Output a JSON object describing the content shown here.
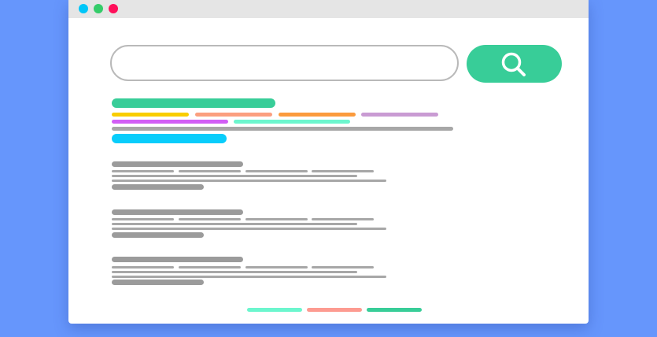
{
  "colors": {
    "background": "#6696fc",
    "window": "#ffffff",
    "titlebar": "#e5e5e5",
    "dot_close": "#ff0f5a",
    "dot_min": "#34cc69",
    "dot_max": "#00c6f8",
    "accent": "#38cd98",
    "input_border": "#b9b9b9",
    "placeholder_gray": "#a7a7a7",
    "result_gray": "#9b9b9b",
    "yellow": "#f9cd00",
    "salmon": "#fb9f7f",
    "orange": "#fb9b3d",
    "lilac": "#c99bd3",
    "purple": "#d25ef5",
    "mint": "#6cf6ce",
    "cyan": "#08cdfb",
    "pink": "#fd9b91"
  },
  "titlebar": {
    "dots": [
      "cyan-dot",
      "green-dot",
      "pink-dot"
    ]
  },
  "search": {
    "input_value": "",
    "button_icon": "search-icon"
  },
  "featured_result": {
    "tags": [
      "yellow",
      "salmon",
      "orange",
      "lilac",
      "purple",
      "mint"
    ],
    "link_color": "cyan"
  },
  "results": [
    {
      "kind": "placeholder-result"
    },
    {
      "kind": "placeholder-result"
    },
    {
      "kind": "placeholder-result"
    }
  ],
  "pagination": {
    "pages": [
      "mint",
      "pink",
      "accent"
    ]
  }
}
